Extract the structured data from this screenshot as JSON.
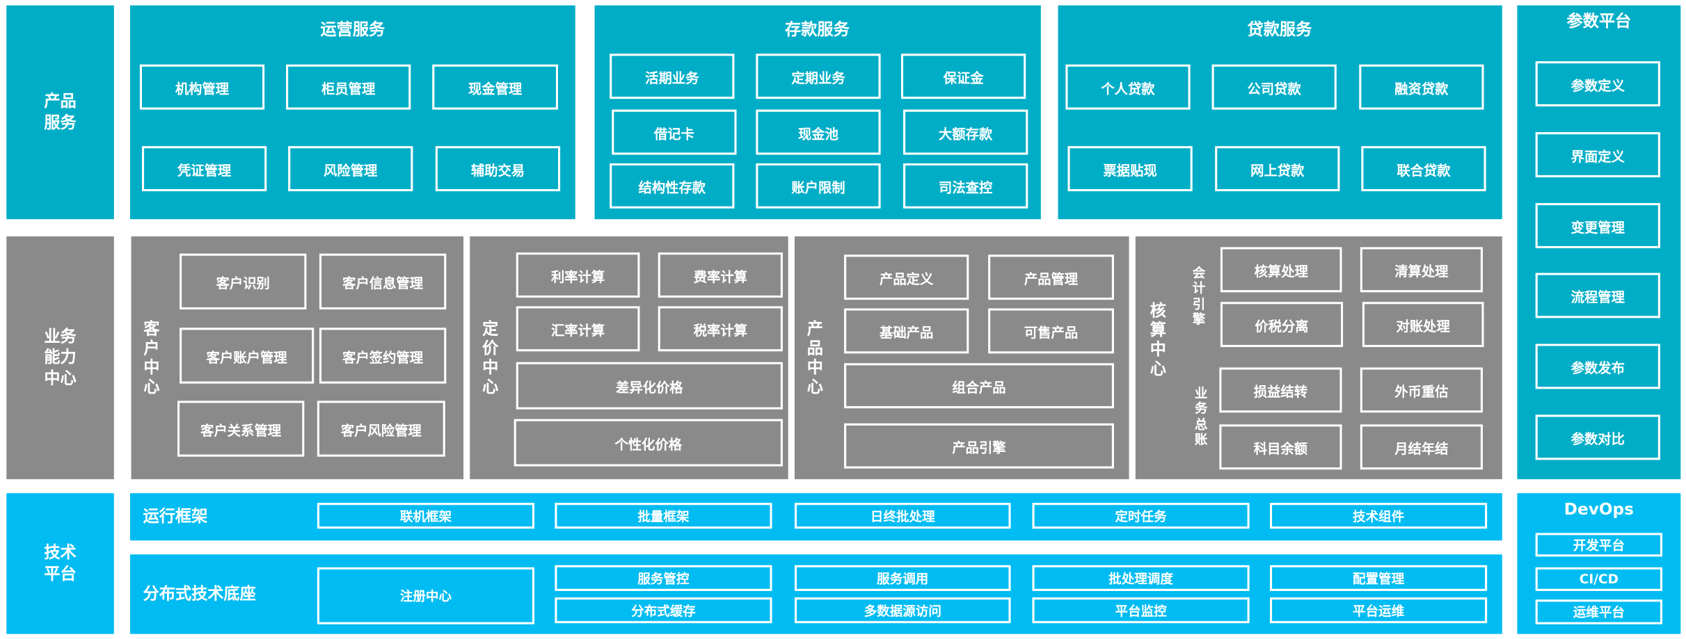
{
  "colors": {
    "product": "#00adc6",
    "capability": "#8a8a8a",
    "tech": "#00bcf2",
    "border": "#ffffff"
  },
  "layers": {
    "product": "产品服务",
    "capability": "业务能力中心",
    "tech": "技术平台"
  },
  "operations": {
    "title": "运营服务",
    "items": [
      "机构管理",
      "柜员管理",
      "现金管理",
      "凭证管理",
      "风险管理",
      "辅助交易"
    ]
  },
  "deposit": {
    "title": "存款服务",
    "items": [
      "活期业务",
      "定期业务",
      "保证金",
      "借记卡",
      "现金池",
      "大额存款",
      "结构性存款",
      "账户限制",
      "司法查控"
    ]
  },
  "loan": {
    "title": "贷款服务",
    "items": [
      "个人贷款",
      "公司贷款",
      "融资贷款",
      "票据贴现",
      "网上贷款",
      "联合贷款"
    ]
  },
  "param": {
    "title": "参数平台",
    "items": [
      "参数定义",
      "界面定义",
      "变更管理",
      "流程管理",
      "参数发布",
      "参数对比"
    ]
  },
  "customer": {
    "title": "客户中心",
    "items": [
      "客户识别",
      "客户信息管理",
      "客户账户管理",
      "客户签约管理",
      "客户关系管理",
      "客户风险管理"
    ]
  },
  "pricing": {
    "title": "定价中心",
    "items": [
      "利率计算",
      "费率计算",
      "汇率计算",
      "税率计算",
      "差异化价格",
      "个性化价格"
    ]
  },
  "productcenter": {
    "title": "产品中心",
    "items": [
      "产品定义",
      "产品管理",
      "基础产品",
      "可售产品",
      "组合产品",
      "产品引擎"
    ]
  },
  "accounting": {
    "title": "核算中心",
    "sub1": "会计引擎",
    "sub2": "业务总账",
    "items": [
      "核算处理",
      "清算处理",
      "价税分离",
      "对账处理",
      "损益结转",
      "外币重估",
      "科目余额",
      "月结年结"
    ]
  },
  "runtime": {
    "title": "运行框架",
    "items": [
      "联机框架",
      "批量框架",
      "日终批处理",
      "定时任务",
      "技术组件"
    ]
  },
  "distributed": {
    "title": "分布式技术底座",
    "items": [
      "注册中心",
      "服务管控",
      "服务调用",
      "批处理调度",
      "配置管理",
      "分布式缓存",
      "多数据源访问",
      "平台监控",
      "平台运维"
    ]
  },
  "devops": {
    "title": "DevOps",
    "items": [
      "开发平台",
      "CI/CD",
      "运维平台"
    ]
  }
}
